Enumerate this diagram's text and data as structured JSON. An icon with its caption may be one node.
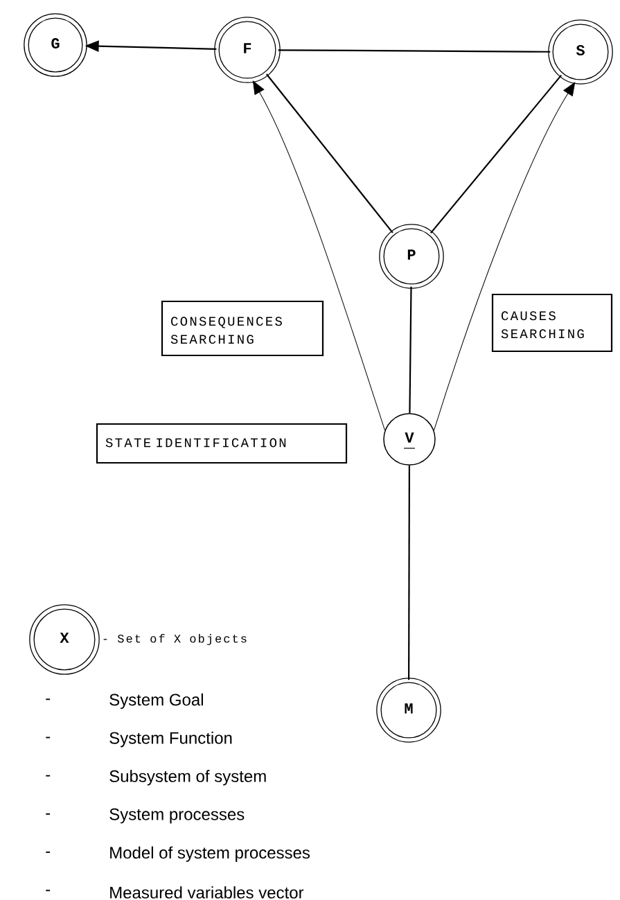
{
  "diagram": {
    "nodes": [
      {
        "text": [
          "G"
        ]
      },
      {
        "text": [
          "F"
        ]
      },
      {
        "text": [
          "S"
        ]
      },
      {
        "text": [
          "P"
        ]
      },
      {
        "text": [
          "CONSEQUENCES SEARCHING"
        ]
      },
      {
        "text": [
          "CAUSES SEARCHING"
        ]
      },
      {
        "text": [
          "V"
        ]
      },
      {
        "text": [
          "STATE IDENTIFICATION"
        ]
      },
      {
        "text": [
          "M"
        ]
      },
      {
        "text": [
          "X"
        ],
        "beside": [
          "- Set of X objects"
        ]
      }
    ],
    "edges": [
      {
        "from": 1,
        "to": 0,
        "arrow": "to"
      },
      {
        "from": 1,
        "to": 2,
        "arrow": "none"
      },
      {
        "from": 1,
        "to": 3,
        "arrow": "none"
      },
      {
        "from": 2,
        "to": 3,
        "arrow": "none"
      },
      {
        "from": 3,
        "to": 6,
        "arrow": "none"
      },
      {
        "from": 6,
        "to": 8,
        "arrow": "none"
      },
      {
        "from": 6,
        "to": 1,
        "arrow": "to"
      },
      {
        "from": 6,
        "to": 2,
        "arrow": "to"
      }
    ],
    "labels": [
      "-",
      "System Goal",
      "-",
      "System Function",
      "-",
      "Subsystem of system",
      "-",
      "System processes",
      "-",
      "Model of system processes",
      "-",
      "Measured variables vector"
    ]
  }
}
